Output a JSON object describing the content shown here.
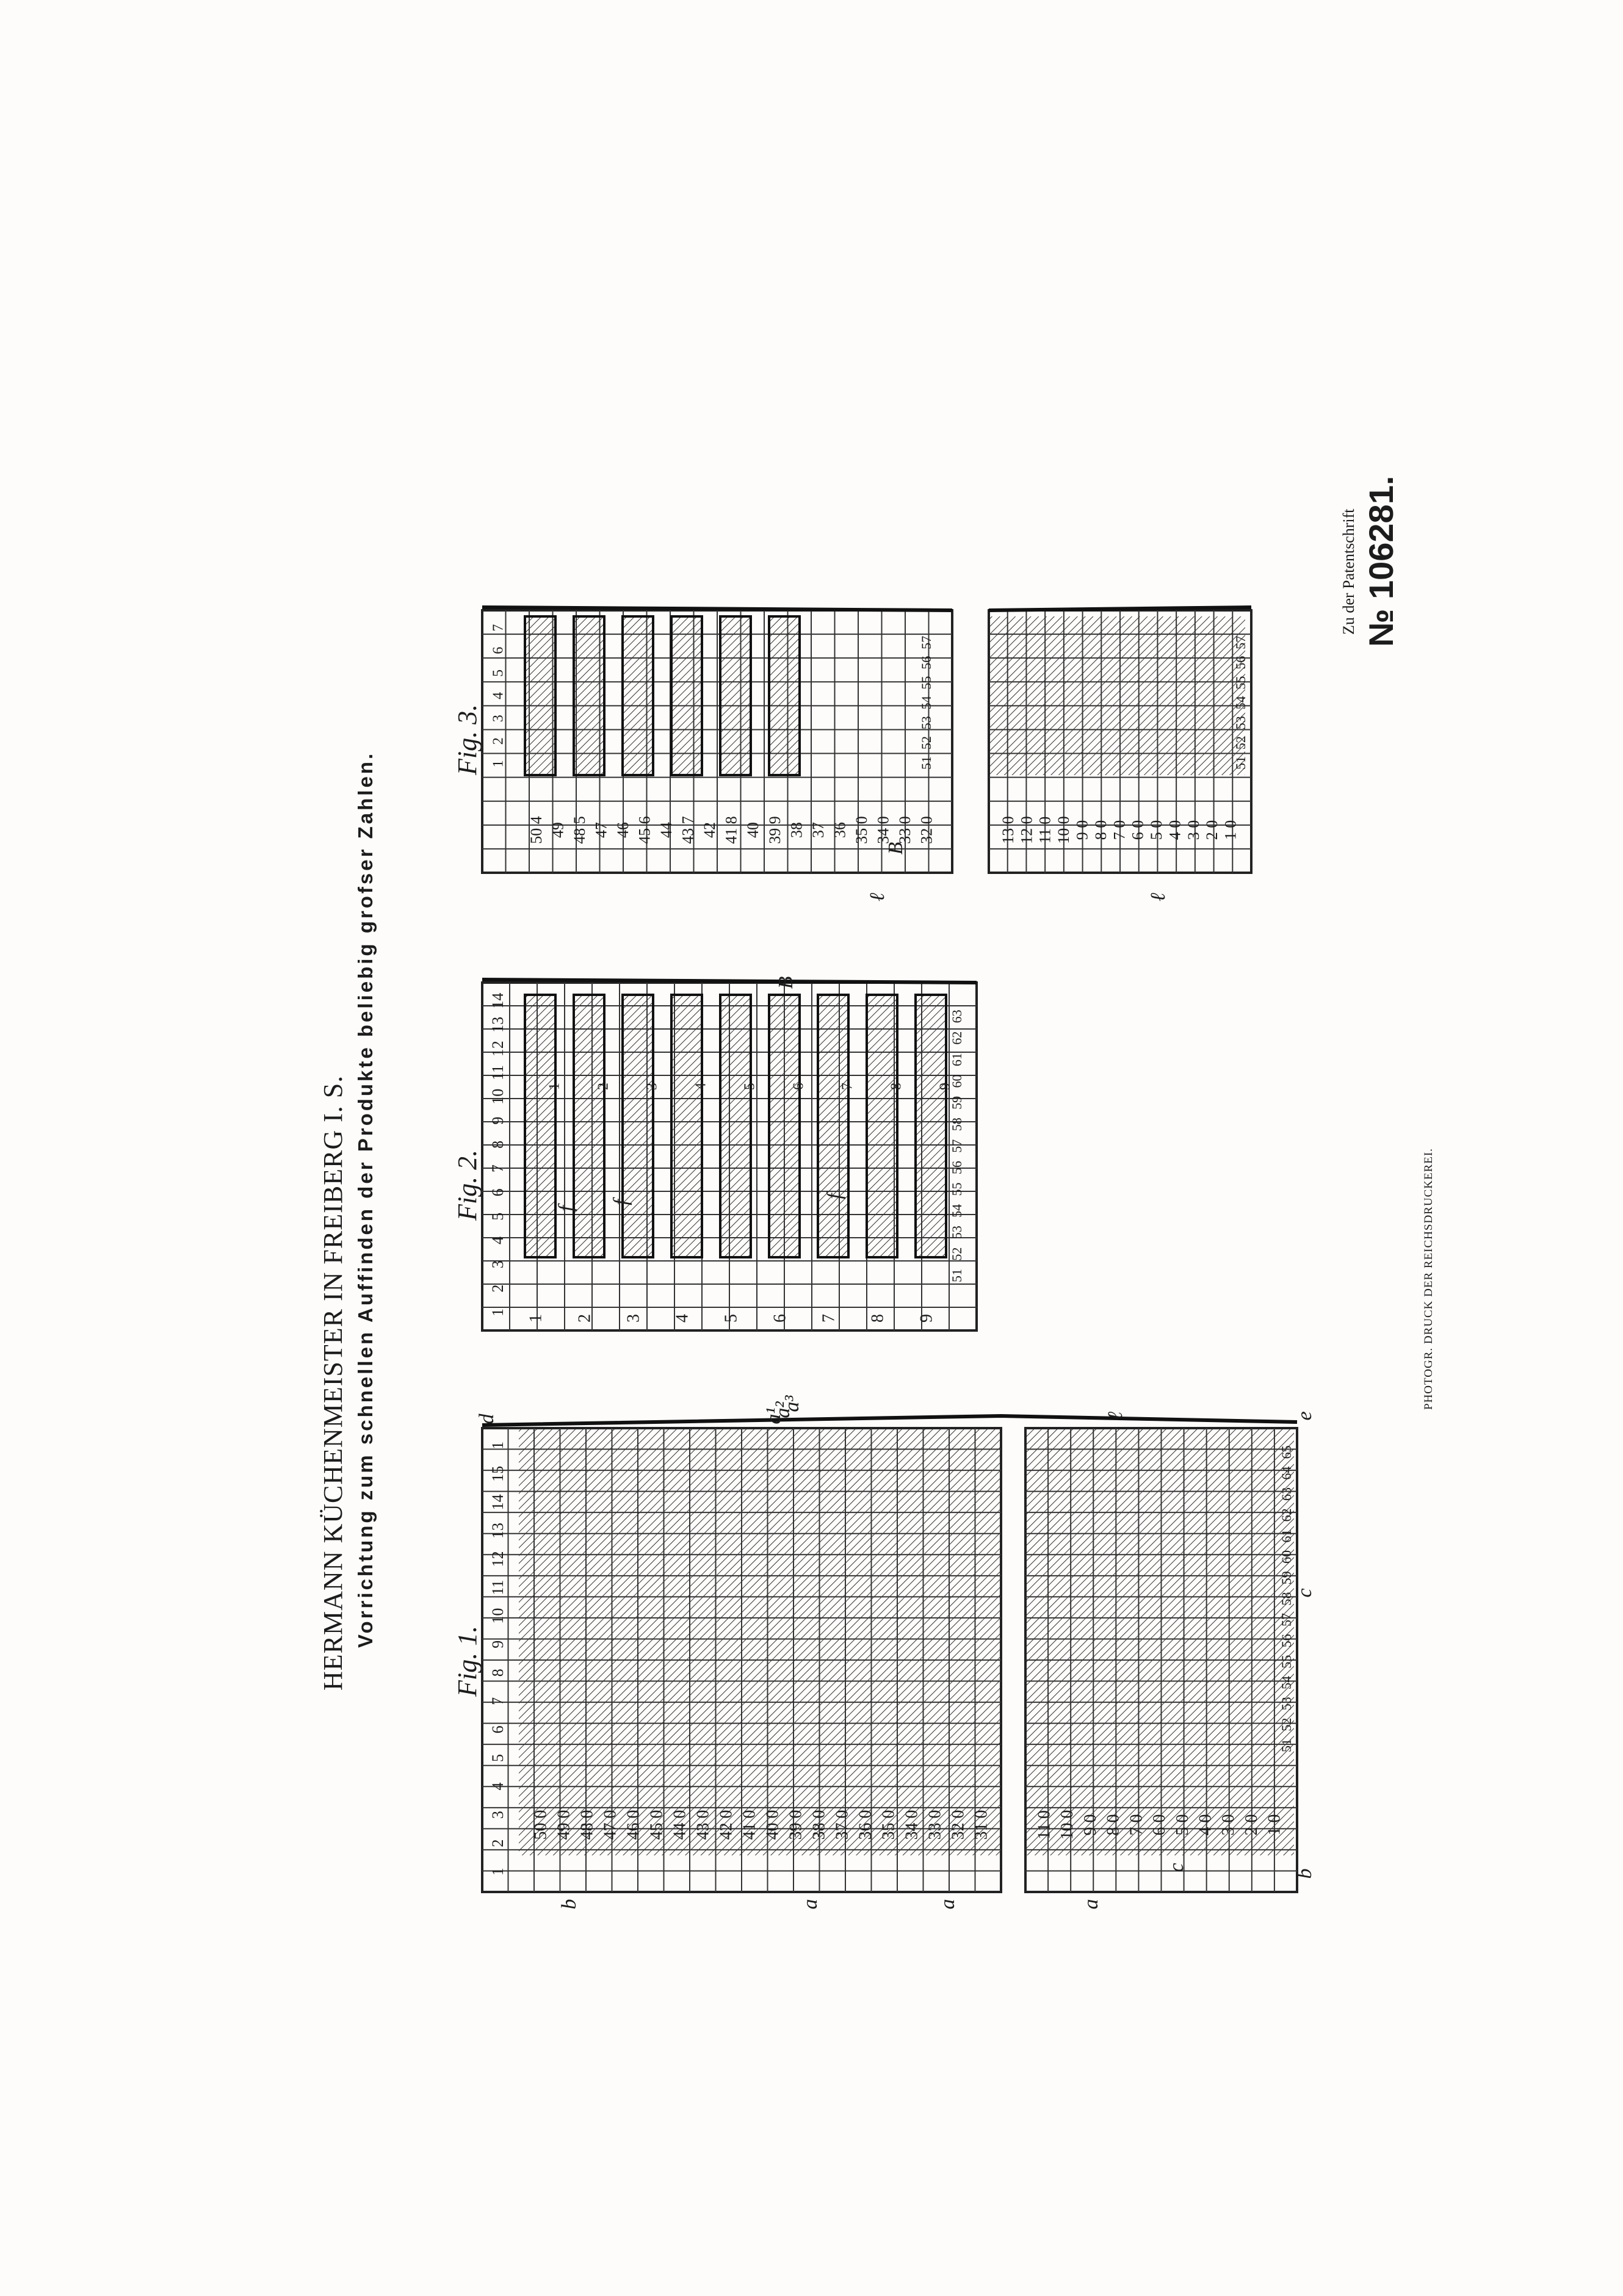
{
  "header": {
    "title": "HERMANN KÜCHENMEISTER IN FREIBERG I. S.",
    "subtitle": "Vorrichtung zum schnellen Auffinden der Produkte beliebig grofser Zahlen."
  },
  "patent": {
    "prefix": "Zu der Patentschrift",
    "number": "№ 106281."
  },
  "footer": {
    "printer": "PHOTOGR. DRUCK DER REICHSDRUCKEREI."
  },
  "figures": [
    {
      "label": "Fig. 1.",
      "header_numbers": [
        "1",
        "2",
        "3",
        "4",
        "5",
        "6",
        "7",
        "8",
        "9",
        "10",
        "11",
        "12",
        "13",
        "14",
        "15",
        "1"
      ],
      "left_column": [
        "50 0",
        "49 0",
        "48 0",
        "47 0",
        "46 0",
        "45 0",
        "44 0",
        "43 0",
        "42 0",
        "41 0",
        "40 0",
        "39 0",
        "38 0",
        "37 0",
        "36 0",
        "35 0",
        "34 0",
        "33 0",
        "32 0",
        "31 0"
      ],
      "left_column_lower": [
        "11 0",
        "10 0",
        "9 0",
        "8 0",
        "7 0",
        "6 0",
        "5 0",
        "4 0",
        "3 0",
        "2 0",
        "1 0"
      ],
      "bottom_row": [
        "51",
        "52",
        "53",
        "54",
        "55",
        "56",
        "57",
        "58",
        "59",
        "60",
        "61",
        "62",
        "63",
        "64",
        "65"
      ],
      "markers": [
        "d",
        "b",
        "a",
        "a",
        "a",
        "c",
        "c",
        "e",
        "b",
        "a¹",
        "a²",
        "a³",
        "ℓ"
      ]
    },
    {
      "label": "Fig. 2.",
      "header_numbers": [
        "1",
        "2",
        "3",
        "4",
        "5",
        "6",
        "7",
        "8",
        "9",
        "10",
        "11",
        "12",
        "13",
        "14"
      ],
      "left_column": [
        "1",
        "2",
        "3",
        "4",
        "5",
        "6",
        "7",
        "8",
        "9"
      ],
      "bottom_row": [
        "51",
        "52",
        "53",
        "54",
        "55",
        "56",
        "57",
        "58",
        "59",
        "60",
        "61",
        "62",
        "63"
      ],
      "markers": [
        "B",
        "f",
        "f",
        "f"
      ]
    },
    {
      "label": "Fig. 3.",
      "header_numbers": [
        "1",
        "2",
        "3",
        "4",
        "5",
        "6",
        "7"
      ],
      "left_column": [
        "50 4",
        "49",
        "48 5",
        "47",
        "46",
        "45 6",
        "44",
        "43 7",
        "42",
        "41 8",
        "40",
        "39 9",
        "38",
        "37",
        "36",
        "35 0",
        "34 0",
        "33 0",
        "32 0"
      ],
      "left_column_lower": [
        "13 0",
        "12 0",
        "11 0",
        "10 0",
        "9 0",
        "8 0",
        "7 0",
        "6 0",
        "5 0",
        "4 0",
        "3 0",
        "2 0",
        "1 0"
      ],
      "bottom_row": [
        "51",
        "52",
        "53",
        "54",
        "55",
        "56",
        "57"
      ],
      "markers": [
        "ℓ",
        "B",
        "ℓ"
      ]
    }
  ]
}
